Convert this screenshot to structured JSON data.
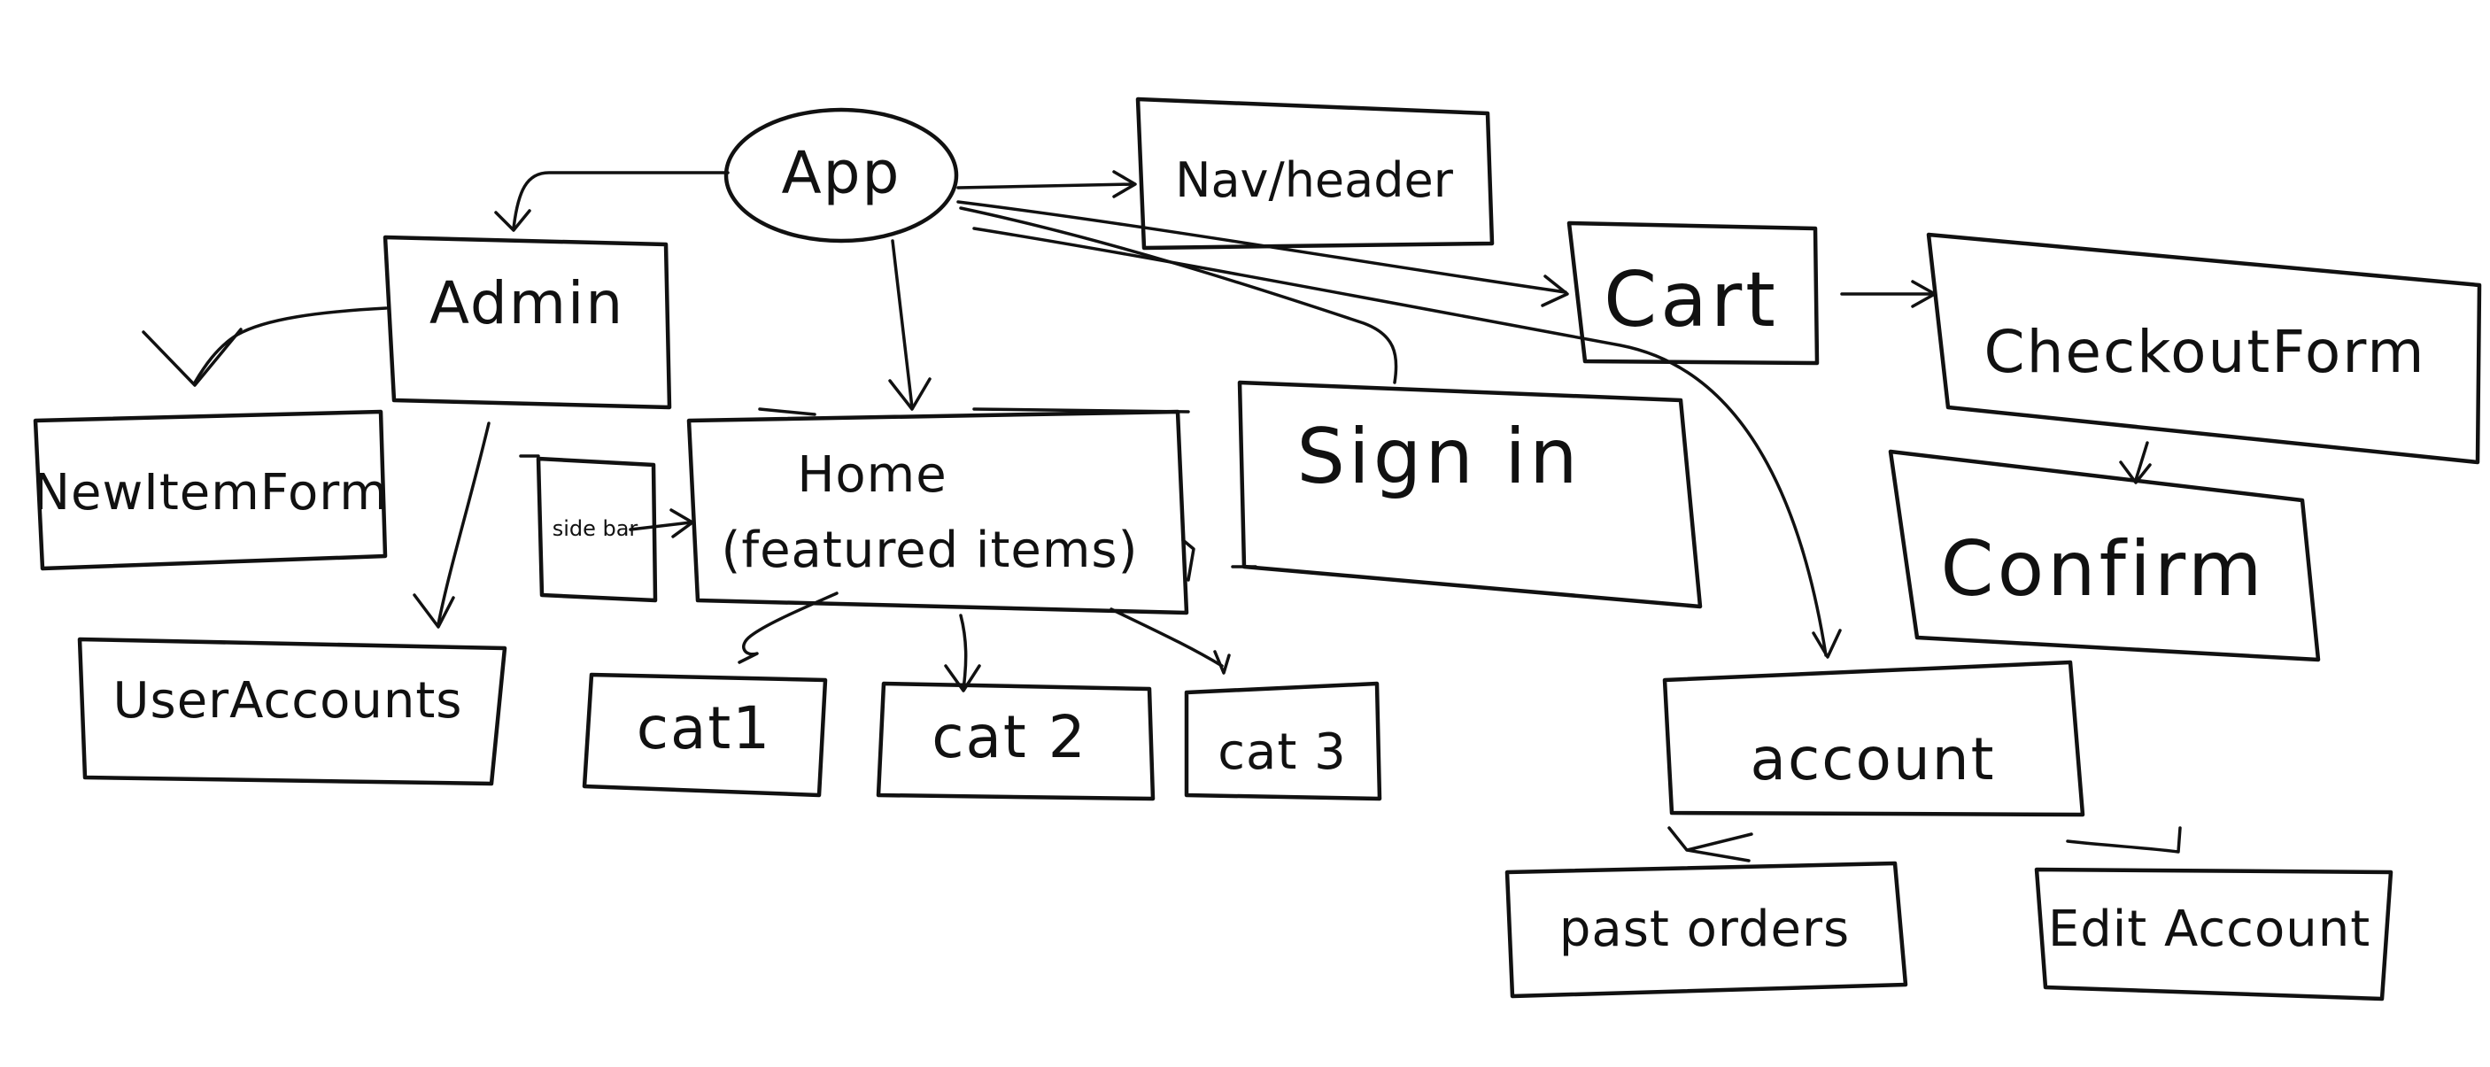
{
  "diagram": {
    "nodes": {
      "app": "App",
      "nav_header": "Nav/header",
      "admin": "Admin",
      "cart": "Cart",
      "checkout_form": "CheckoutForm",
      "new_item_form": "NewItemForm",
      "sidebar": "side bar",
      "home_line1": "Home",
      "home_line2": "(featured items)",
      "sign_in": "Sign in",
      "confirm": "Confirm",
      "user_accounts": "UserAccounts",
      "cat1": "cat1",
      "cat2": "cat 2",
      "cat3": "cat 3",
      "account": "account",
      "past_orders": "past orders",
      "edit_account": "Edit Account"
    }
  }
}
